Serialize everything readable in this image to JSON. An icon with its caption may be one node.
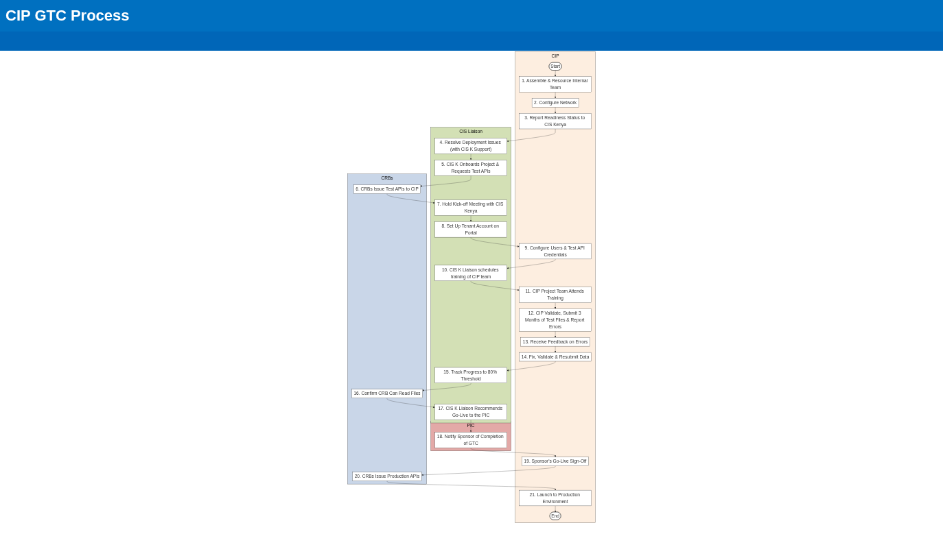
{
  "diagram": {
    "title": "CIP GTC Process",
    "nodes": [
      {
        "text": [
          "CIP"
        ]
      },
      {
        "text": [
          "Start"
        ],
        "in": 0
      },
      {
        "text": [
          "1. Assemble & Resource Internal Team"
        ],
        "in": 0
      },
      {
        "text": [
          "2. Configure Network"
        ],
        "in": 0
      },
      {
        "text": [
          "3. Report Readiness Status to CIS Kenya"
        ],
        "in": 0
      },
      {
        "text": [
          "9. Configure Users & Test API Credentials"
        ],
        "in": 0
      },
      {
        "text": [
          "11. CIP Project Team Attends Training"
        ],
        "in": 0
      },
      {
        "text": [
          "12. CIP Validate, Submit 3 Months of Test Files & Report Errors"
        ],
        "in": 0
      },
      {
        "text": [
          "13. Receive Feedback on Errors"
        ],
        "in": 0
      },
      {
        "text": [
          "14. Fix, Validate & Resubmit Data"
        ],
        "in": 0
      },
      {
        "text": [
          "End"
        ],
        "in": 0
      },
      {
        "text": [
          "19. Sponsor's Go-Live Sign-Off"
        ],
        "in": 0
      },
      {
        "text": [
          "21. Launch to Production Environment"
        ],
        "in": 0
      },
      {
        "text": [
          "CIS Liaison"
        ]
      },
      {
        "text": [
          "4. Resolve Deployment Issues (with CIS K Support)"
        ],
        "in": 13
      },
      {
        "text": [
          "5. CIS K Onboards Project & Requests Test APIs"
        ],
        "in": 13
      },
      {
        "text": [
          "8. Set Up Tenant Account on Portal"
        ],
        "in": 13
      },
      {
        "text": [
          "7. Hold Kick-off Meeting with CIS Kenya"
        ],
        "in": 13
      },
      {
        "text": [
          "10. CIS K Liaison schedules training of CIP team"
        ],
        "in": 13
      },
      {
        "text": [
          "15. Track Progress to 80% Threshold"
        ],
        "in": 13
      },
      {
        "text": [
          "17. CIS K Liaison Recommends Go-Live to the PIC"
        ],
        "in": 13
      },
      {
        "text": [
          "CRBs"
        ]
      },
      {
        "text": [
          "6. CRBs Issue Test APIs to CIP"
        ],
        "in": 21
      },
      {
        "text": [
          "16. Confirm CRB Can Read Files"
        ],
        "in": 21
      },
      {
        "text": [
          "20. CRBs Issue Production APIs"
        ],
        "in": 21
      },
      {
        "text": [
          "PIC"
        ]
      },
      {
        "text": [
          "18. Notify Sponsor of Completion of GTC"
        ],
        "in": 25
      }
    ],
    "edges": [
      {
        "from": 1,
        "to": 2,
        "arrow": "to"
      },
      {
        "from": 2,
        "to": 3,
        "arrow": "to"
      },
      {
        "from": 3,
        "to": 4,
        "arrow": "to"
      },
      {
        "from": 4,
        "to": 14,
        "arrow": "to"
      },
      {
        "from": 14,
        "to": 15,
        "arrow": "to"
      },
      {
        "from": 15,
        "to": 22,
        "arrow": "to"
      },
      {
        "from": 22,
        "to": 17,
        "arrow": "to"
      },
      {
        "from": 17,
        "to": 16,
        "arrow": "to"
      },
      {
        "from": 16,
        "to": 5,
        "arrow": "to"
      },
      {
        "from": 5,
        "to": 18,
        "arrow": "to"
      },
      {
        "from": 18,
        "to": 6,
        "arrow": "to"
      },
      {
        "from": 6,
        "to": 7,
        "arrow": "to"
      },
      {
        "from": 7,
        "to": 8,
        "arrow": "to"
      },
      {
        "from": 8,
        "to": 9,
        "arrow": "to"
      },
      {
        "from": 9,
        "to": 19,
        "arrow": "to"
      },
      {
        "from": 19,
        "to": 23,
        "arrow": "to"
      },
      {
        "from": 23,
        "to": 20,
        "arrow": "to"
      },
      {
        "from": 20,
        "to": 26,
        "arrow": "to"
      },
      {
        "from": 26,
        "to": 11,
        "arrow": "to"
      },
      {
        "from": 11,
        "to": 24,
        "arrow": "to"
      },
      {
        "from": 24,
        "to": 12,
        "arrow": "to"
      },
      {
        "from": 12,
        "to": 10,
        "arrow": "to"
      }
    ]
  }
}
